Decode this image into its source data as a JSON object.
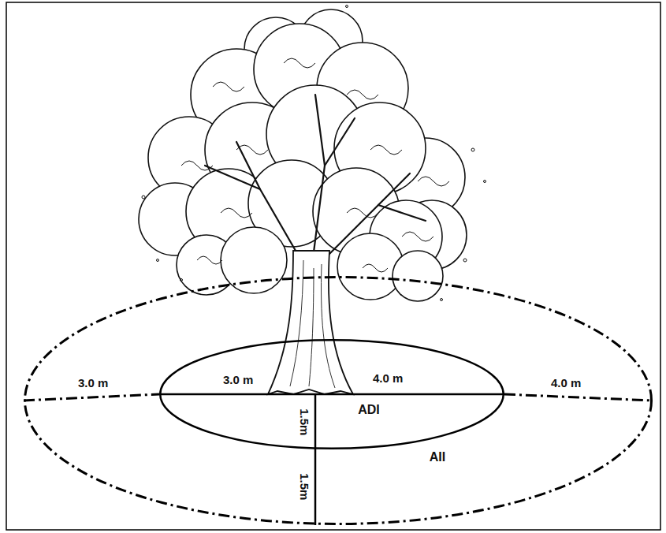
{
  "diagram": {
    "nodes": [
      {
        "text": [
          "AII"
        ]
      },
      {
        "text": [
          "ADI"
        ],
        "in": 0
      }
    ],
    "labels": [
      "3.0 m",
      "3.0 m",
      "4.0 m",
      "4.0 m",
      "1.5m",
      "1.5m"
    ]
  }
}
